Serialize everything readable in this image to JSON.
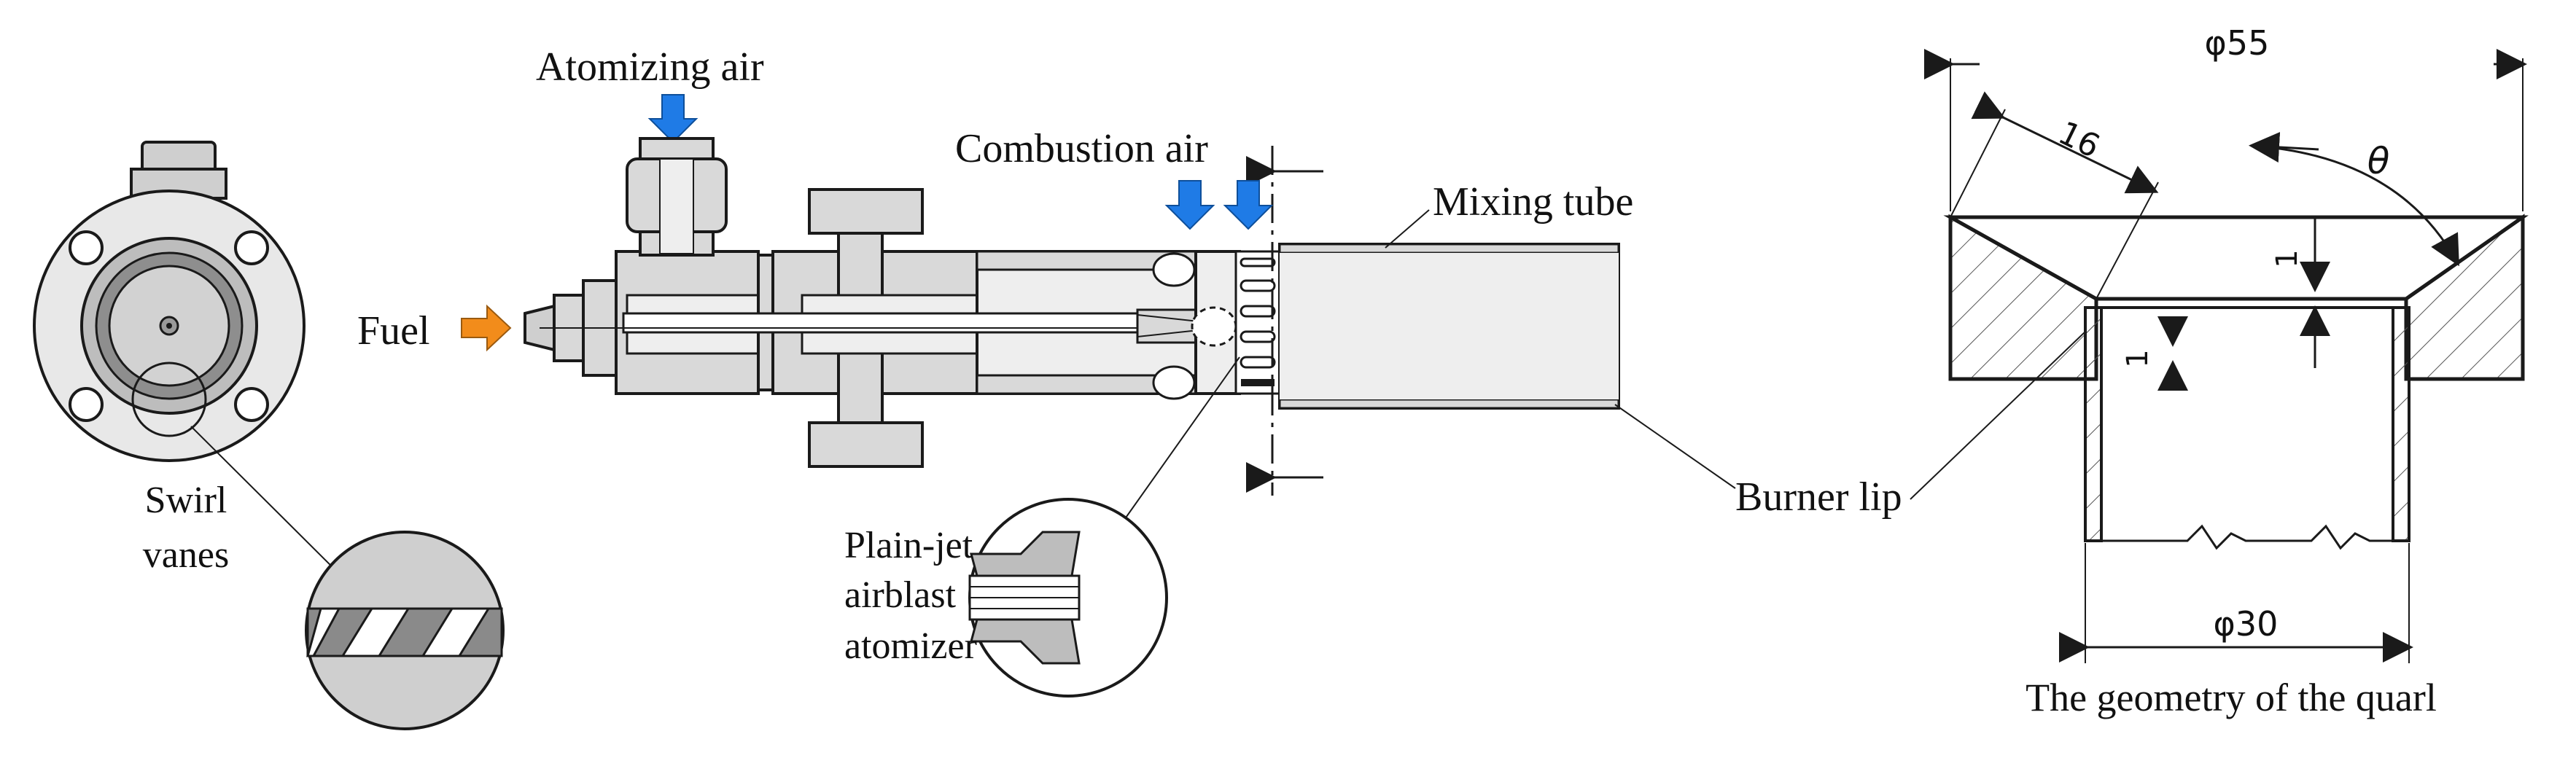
{
  "labels": {
    "atomizing_air": "Atomizing air",
    "combustion_air": "Combustion air",
    "mixing_tube": "Mixing tube",
    "fuel": "Fuel",
    "swirl_line1": "Swirl",
    "swirl_line2": "vanes",
    "atomizer_line1": "Plain-jet",
    "atomizer_line2": "airblast",
    "atomizer_line3": "atomizer",
    "burner_lip": "Burner lip",
    "quarl_caption": "The geometry of the quarl"
  },
  "dimensions": {
    "outer_diameter": "φ55",
    "inner_diameter": "φ30",
    "quarl_length": "16",
    "quarl_angle": "θ",
    "lip_gap": "1",
    "lip_thickness": "1"
  },
  "colors": {
    "air_arrow": "#1f7be6",
    "fuel_arrow": "#f28c1b",
    "body_fill": "#d9d9d9",
    "tube_fill": "#eeeeee",
    "line": "#1a1a1a"
  },
  "icons": {
    "air_arrow": "down-arrow-icon",
    "fuel_arrow": "right-arrow-icon"
  }
}
